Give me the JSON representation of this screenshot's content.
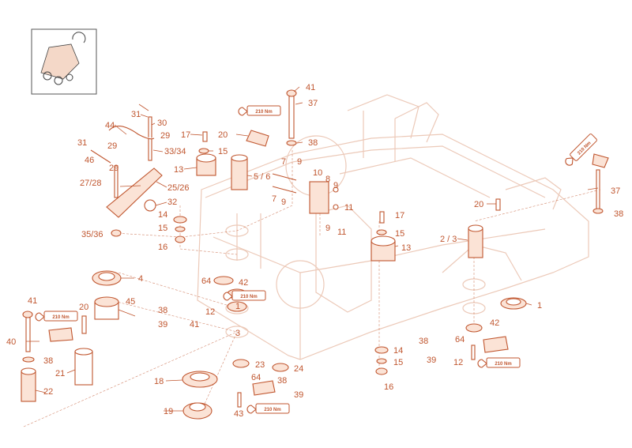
{
  "torque_label": "210 Nm",
  "callouts": {
    "c41a": "41",
    "c37a": "37",
    "c38a": "38",
    "c20a": "20",
    "c31a": "31",
    "c30": "30",
    "c29a": "29",
    "c44": "44",
    "c17a": "17",
    "c15a": "15",
    "c3334": "33/34",
    "c31b": "31",
    "c29b": "29",
    "c46": "46",
    "c29c": "29",
    "c13a": "13",
    "c56": "5 / 6",
    "c7a": "7",
    "c9a": "9",
    "c10": "10",
    "c8": "8",
    "c9b": "9",
    "c7b": "7",
    "c9c": "9",
    "c11a": "11",
    "c9d": "9",
    "c11b": "11",
    "c2728": "27/28",
    "c2526": "25/26",
    "c32": "32",
    "c14a": "14",
    "c15b": "15",
    "c3536": "35/36",
    "c16a": "16",
    "c17b": "17",
    "c15c": "15",
    "c13b": "13",
    "c23": "2 / 3",
    "c20b": "20",
    "c37b": "37",
    "c38b": "38",
    "c4": "4",
    "c64a": "64",
    "c42a": "42",
    "c1a": "1",
    "c12a": "12",
    "c41b": "41",
    "c20c": "20",
    "c45": "45",
    "c38c": "38",
    "c39a": "39",
    "c41c": "41",
    "c40": "40",
    "c38d": "38",
    "c21": "21",
    "c22": "22",
    "c1b": "1",
    "c42b": "42",
    "c38e": "38",
    "c64b": "64",
    "c39b": "39",
    "c12b": "12",
    "c14b": "14",
    "c15d": "15",
    "c16b": "16",
    "c3": "3",
    "c23b": "23",
    "c24": "24",
    "c64c": "64",
    "c38f": "38",
    "c39c": "39",
    "c18": "18",
    "c19": "19",
    "c43": "43"
  }
}
